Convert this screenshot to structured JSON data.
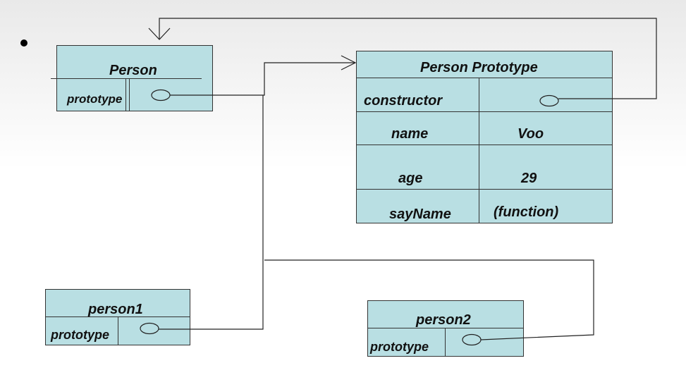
{
  "person": {
    "title": "Person",
    "prototype_label": "prototype"
  },
  "person_prototype": {
    "title": "Person Prototype",
    "rows": [
      {
        "key": "constructor",
        "value": ""
      },
      {
        "key": "name",
        "value": "Voo"
      },
      {
        "key": "age",
        "value": "29"
      },
      {
        "key": "sayName",
        "value": "(function)"
      }
    ]
  },
  "person1": {
    "title": "person1",
    "prototype_label": "prototype"
  },
  "person2": {
    "title": "person2",
    "prototype_label": "prototype"
  }
}
